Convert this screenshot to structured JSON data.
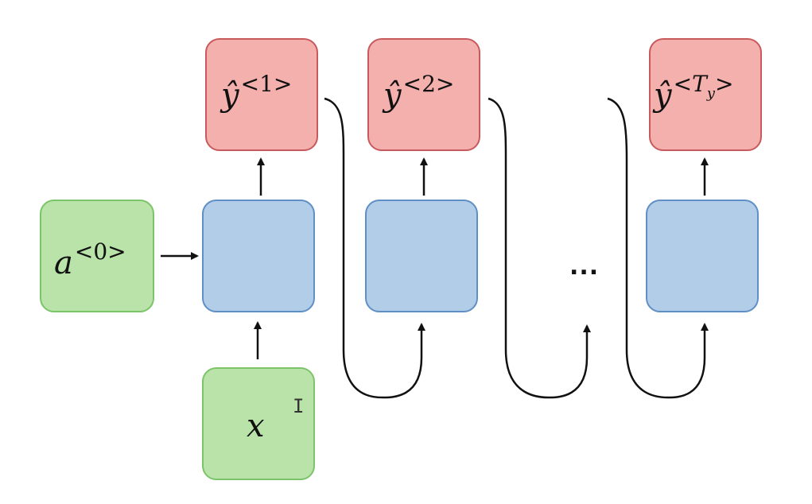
{
  "labels": {
    "a0_base": "a",
    "a0_sup": "<0>",
    "x_base": "x",
    "y1_base": "ŷ",
    "y1_sup": "<1>",
    "y2_base": "ŷ",
    "y2_sup": "<2>",
    "yT_base": "ŷ",
    "yT_sup_open": "<",
    "yT_sup_T": "T",
    "yT_sup_sub": "y",
    "yT_sup_close": ">",
    "ellipsis": "..."
  },
  "colors": {
    "output_fill": "#f4b0ad",
    "output_border": "#c85a5e",
    "cell_fill": "#b2cde8",
    "cell_border": "#5f8fc4",
    "input_fill": "#b9e3a9",
    "input_border": "#7cc46a",
    "arrow": "#111111"
  }
}
